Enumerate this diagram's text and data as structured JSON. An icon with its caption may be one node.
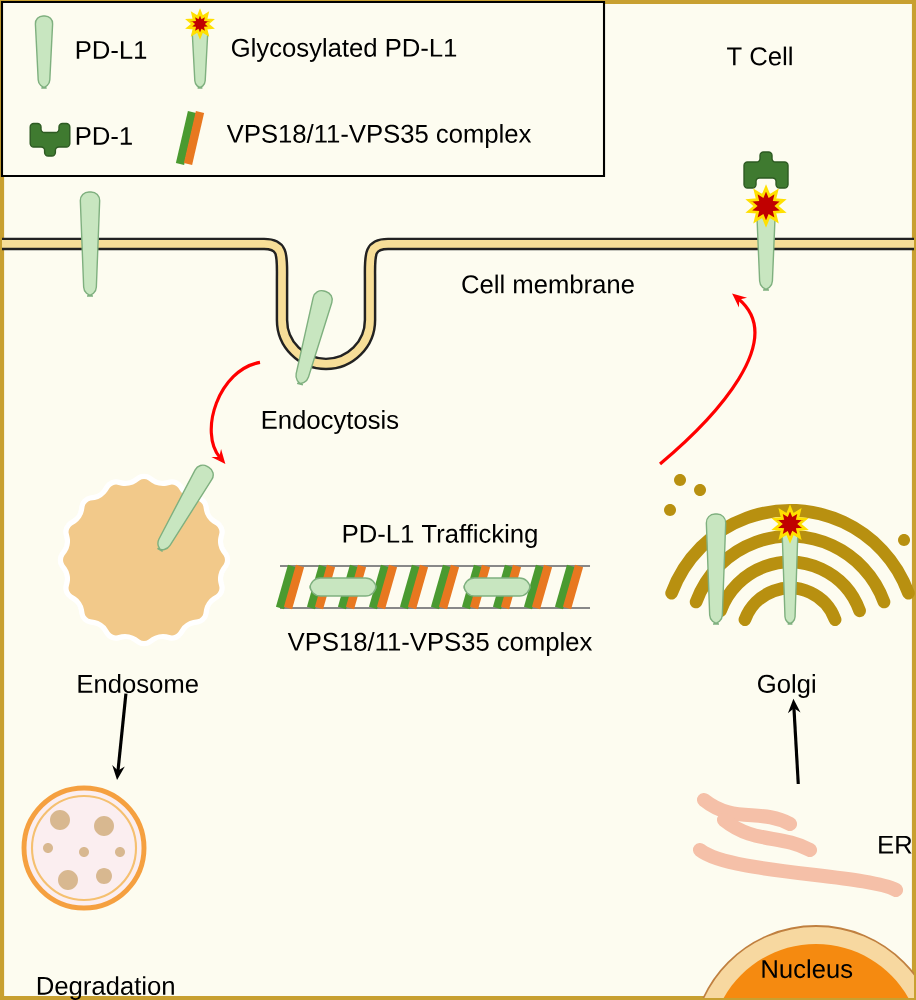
{
  "diagram": {
    "nodes": [
      {
        "text": [
          "Endocytosis"
        ]
      },
      {
        "text": [
          "Endosome"
        ]
      },
      {
        "text": [
          "Golgi"
        ]
      },
      {
        "text": [],
        "shape": "picture"
      },
      {
        "text": [
          "Degradation"
        ]
      },
      {
        "text": [
          "ER"
        ]
      },
      {
        "text": [
          "Nucleus"
        ]
      }
    ],
    "edges": [
      {
        "from": 0,
        "to": 1,
        "arrow": "to",
        "color": "#ff0000"
      },
      {
        "from": 1,
        "to": 4,
        "arrow": "to",
        "color": "#000000"
      },
      {
        "from": 5,
        "to": 2,
        "arrow": "to",
        "color": "#000000"
      },
      {
        "from": 2,
        "to": 3,
        "arrow": "to",
        "color": "#ff0000"
      }
    ],
    "labels": [
      "T Cell",
      "Cell membrane",
      "PD-L1 Trafficking",
      "VPS18/11-VPS35 complex"
    ],
    "legend": [
      {
        "text": "PD-L1"
      },
      {
        "text": "Glycosylated PD-L1"
      },
      {
        "text": "PD-1"
      },
      {
        "text": "VPS18/11-VPS35 complex"
      }
    ]
  }
}
